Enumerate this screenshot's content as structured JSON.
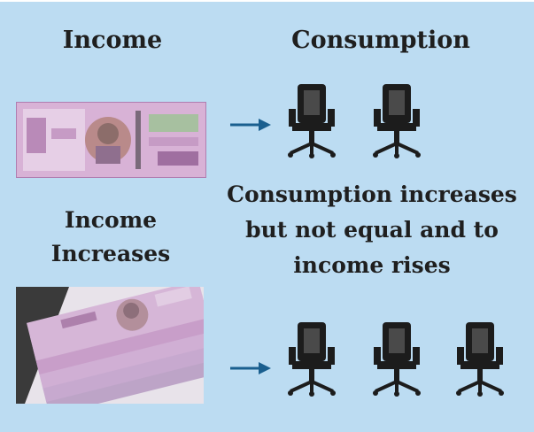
{
  "header": {
    "income": "Income",
    "consumption": "Consumption"
  },
  "labels": {
    "income_increases": [
      "Income",
      "Increases"
    ],
    "consumption_note": [
      "Consumption increases",
      "but not equal and to",
      "income rises"
    ]
  },
  "icons": {
    "single_note": "banknote-icon",
    "note_bundle": "banknote-bundle-icon",
    "arrow": "arrow-right-icon",
    "chair": "office-chair-icon"
  },
  "colors": {
    "background": "#bcdcf2",
    "arrow": "#1a5f8f",
    "note_pink": "#c99ac8",
    "chair": "#1c1c1c"
  },
  "rows": {
    "before": {
      "chairs": 2
    },
    "after": {
      "chairs": 3
    }
  }
}
